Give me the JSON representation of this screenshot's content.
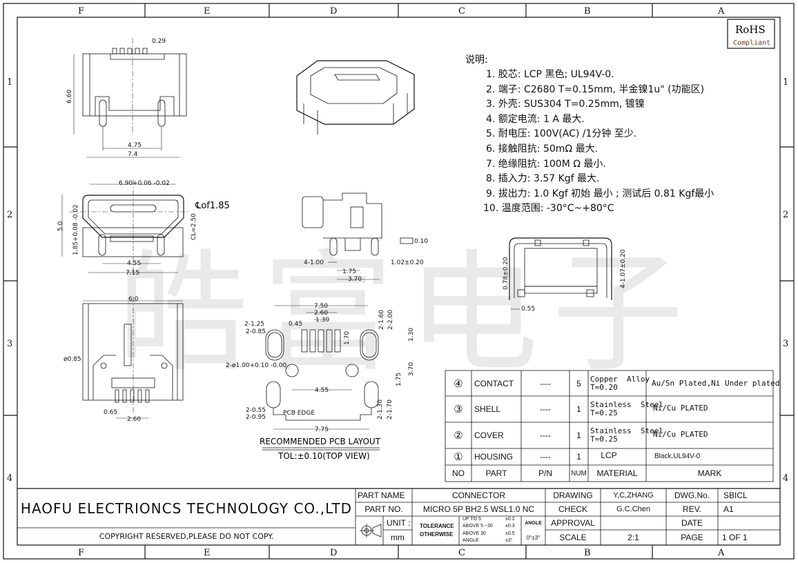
{
  "watermark": "皓富电子",
  "zones": {
    "columns": [
      "F",
      "E",
      "D",
      "C",
      "B",
      "A"
    ],
    "rows": [
      "1",
      "2",
      "3",
      "4"
    ]
  },
  "rohs": {
    "title": "RoHS",
    "subtitle": "Compliant"
  },
  "notes": {
    "heading": "说明:",
    "items": [
      "1. 胶芯:  LCP  黑色; UL94V-0.",
      "2. 端子:  C2680  T=0.15mm, 半金镍1u\" (功能区)",
      "3. 外壳:  SUS304 T=0.25mm, 镀镍",
      "4. 额定电流: 1 A 最大.",
      "5. 耐电压: 100V(AC)  /1分钟  至少.",
      "6. 接触阻抗: 50mΩ  最大.",
      "7. 绝缘阻抗: 100M  Ω  最小.",
      "8. 插入力: 3.57 Kgf 最大.",
      "9. 拔出力: 1.0 Kgf 初始  最小 ; 测试后   0.81 Kgf最小",
      "10. 温度范围: -30°C~+80°C"
    ]
  },
  "dimensions": {
    "top_view": [
      "0.29",
      "6.60",
      "4.75",
      "7.4"
    ],
    "front_view": [
      "6.90+0.06 -0.02",
      "℄of1.85",
      "5.0",
      "1.85+0.08 -0.02",
      "CL=2.50",
      "4.55",
      "7.15"
    ],
    "bottom_view": [
      "6.0",
      "ø0.85",
      "0.65",
      "2.60"
    ],
    "side_view": [
      "0.10",
      "4-1.00",
      "1.02±0.20",
      "1.75",
      "3.70"
    ],
    "rear_view": [
      "0.78±0.20",
      "4-1.07±0.20",
      "0.55"
    ],
    "pcb": [
      "7.50",
      "2.60",
      "1.30",
      "0.45",
      "2-1.25",
      "2-0.85",
      "1.70",
      "2-1.60",
      "2-2.00",
      "1.30",
      "2-ø1.00+0.10 -0.00",
      "4.55",
      "3.70",
      "1.75",
      "2-0.55",
      "2-0.95",
      "PCB EDGE",
      "2-1.30",
      "2-1.70",
      "7.75"
    ],
    "pcb_title": "RECOMMENDED  PCB  LAYOUT",
    "pcb_tol": "TOL:±0.10(TOP  VIEW)"
  },
  "bom": {
    "rows": [
      {
        "no": "④",
        "part": "CONTACT",
        "pn": "----",
        "num": "5",
        "material": "Copper  Alloy\nT=0.20",
        "mark": "Au/Sn  Plated,Ni  Under  plated"
      },
      {
        "no": "③",
        "part": "SHELL",
        "pn": "----",
        "num": "1",
        "material": "Stainless  Steel\nT=0.25",
        "mark": "Ni/Cu  PLATED"
      },
      {
        "no": "②",
        "part": "COVER",
        "pn": "----",
        "num": "1",
        "material": "Stainless  Steel\nT=0.25",
        "mark": "Ni/Cu  PLATED"
      },
      {
        "no": "①",
        "part": "HOUSING",
        "pn": "----",
        "num": "1",
        "material": "LCP",
        "mark": "Black,UL94V-0"
      }
    ],
    "header": {
      "no": "NO",
      "part": "PART",
      "pn": "P/N",
      "num": "NUM",
      "material": "MATERIAL",
      "mark": "MARK"
    }
  },
  "title_block": {
    "company": "HAOFU  ELECTRIONCS  TECHNOLOGY  CO.,LTD",
    "copyright": "COPYRIGHT  RESERVED,PLEASE  DO  NOT  COPY.",
    "part_name_label": "PART  NAME",
    "part_name": "CONNECTOR",
    "part_no_label": "PART  NO.",
    "part_no": "MICRO  5P  BH2.5  WSL1.0  NC",
    "unit_label": "UNIT :",
    "unit": "mm",
    "tolerance_label": "TOLERANCE",
    "otherwise_label": "OTHERWISE",
    "tol_rows": [
      {
        "range": "UP TO 5",
        "value": "±0.2"
      },
      {
        "range": "ABOVE 5 ~30",
        "value": "±0.3"
      },
      {
        "range": "ABOVE 30",
        "value": "±0.5"
      },
      {
        "range": "ANGLE",
        "value": "±3°"
      }
    ],
    "angle_label": "ANGLE",
    "angle_value": "0°±3°",
    "drawing_label": "DRAWING",
    "drawing": "Y,C,ZHANG",
    "check_label": "CHECK",
    "check": "G.C.Chen",
    "approval_label": "APPROVAL",
    "approval": "",
    "scale_label": "SCALE",
    "scale": "2:1",
    "dwg_no_label": "DWG.No.",
    "dwg_no": "SBICL",
    "rev_label": "REV.",
    "rev": "A1",
    "date_label": "DATE",
    "date": "",
    "page_label": "PAGE",
    "page": "1  OF  1"
  }
}
